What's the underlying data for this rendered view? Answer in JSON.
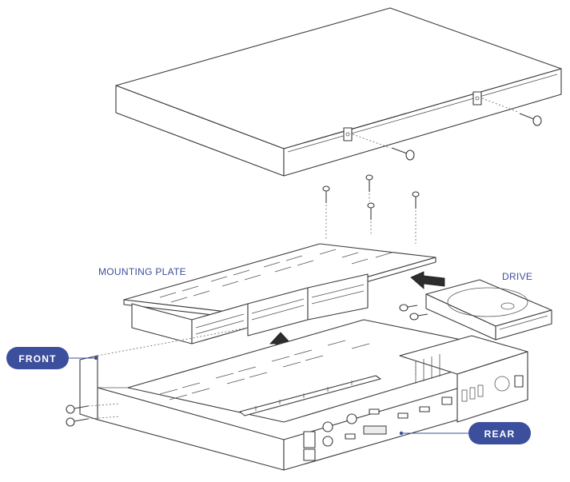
{
  "labels": {
    "mounting_plate": "MOUNTING PLATE",
    "drive": "DRIVE",
    "front": "FRONT",
    "rear": "REAR"
  },
  "colors": {
    "accent": "#3c4f9c",
    "line": "#3a3a3a",
    "arrow": "#2d2d2d"
  },
  "icons": {
    "screw": "screw-icon",
    "arrow_up": "up-arrow-icon",
    "arrow_left": "left-arrow-icon"
  }
}
